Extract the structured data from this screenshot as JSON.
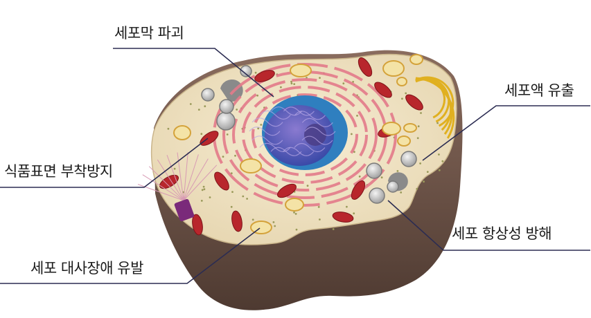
{
  "labels": {
    "membrane_destruction": "세포막 파괴",
    "cytoplasm_leak": "세포액 유출",
    "food_surface_adhesion": "식품표면 부착방지",
    "homeostasis_disruption": "세포 항상성 방해",
    "metabolism_disorder": "세포 대사장애 유발"
  },
  "colors": {
    "leader_line": "#2b2c52",
    "cytoplasm": "#efe3c4",
    "cell_side": "#6e554a",
    "nucleus": "#2f7fbf",
    "nucleus_inner": "#6a5aa8",
    "mitochondria": "#b8262c",
    "er": "#e27a8a",
    "golgi": "#e0b020",
    "vesicle": "#f4e3a6"
  }
}
